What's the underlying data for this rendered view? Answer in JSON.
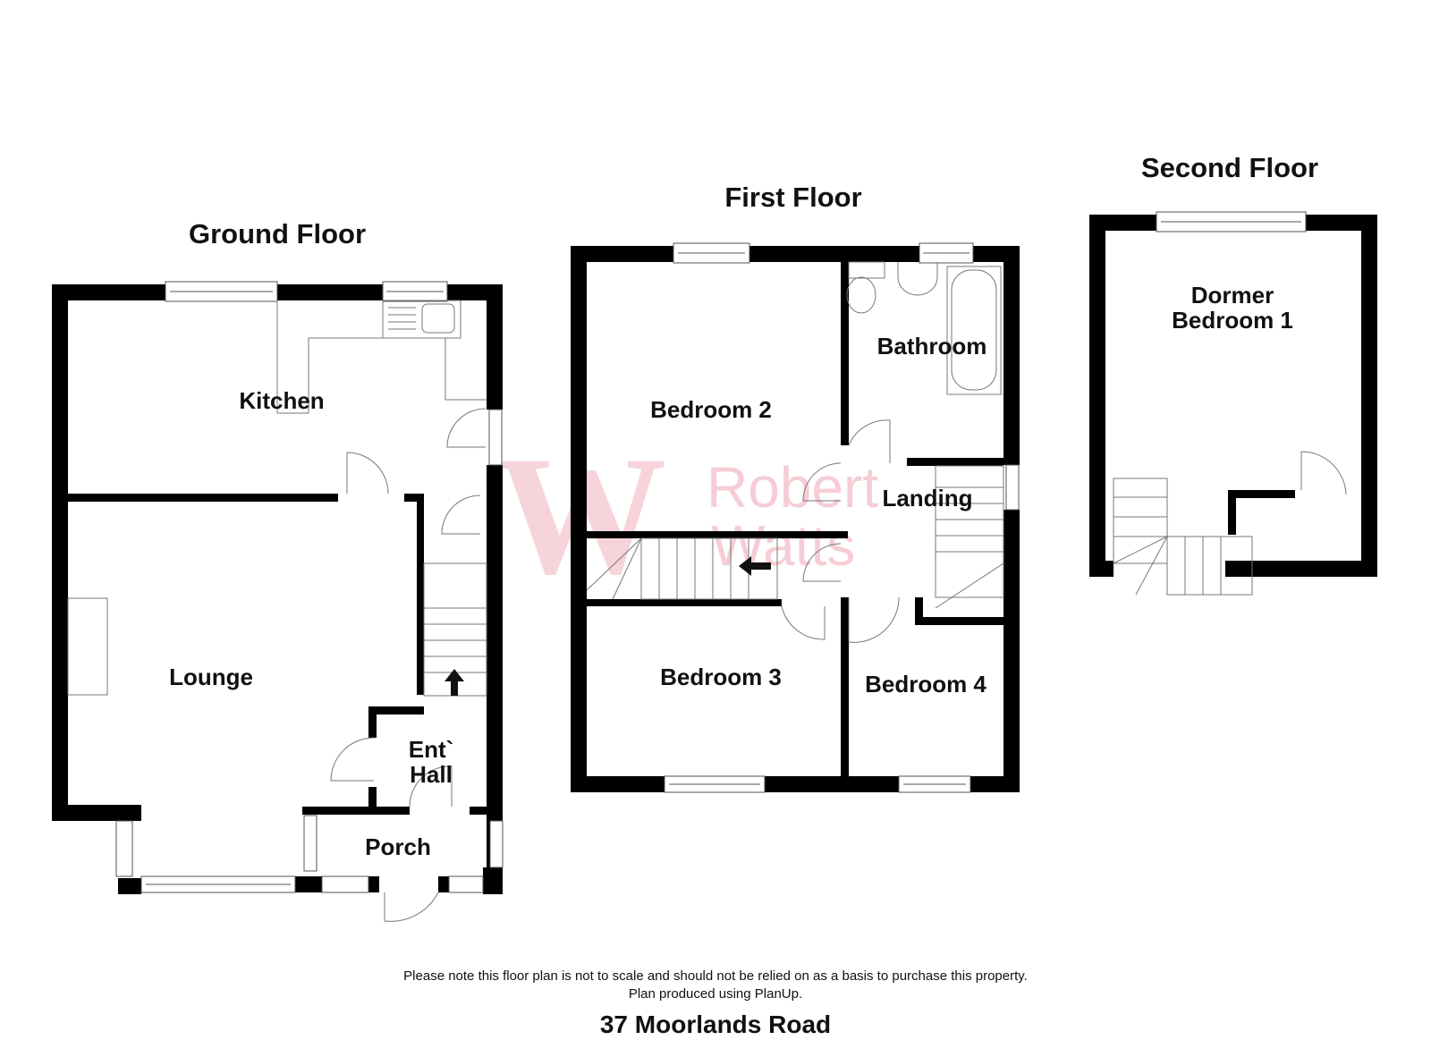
{
  "address": "37 Moorlands Road",
  "disclaimer": {
    "line1": "Please note this floor plan is not to scale and should not be relied on as a basis to purchase this property.",
    "line2": "Plan produced using PlanUp."
  },
  "watermark": {
    "logo_letter": "W",
    "line1": "Robert",
    "line2": "Watts",
    "color": "#f6cdd4"
  },
  "floors": {
    "ground": {
      "title": "Ground Floor",
      "rooms": {
        "kitchen": "Kitchen",
        "lounge": "Lounge",
        "ent_hall_1": "Ent`",
        "ent_hall_2": "Hall",
        "porch": "Porch"
      }
    },
    "first": {
      "title": "First Floor",
      "rooms": {
        "bedroom2": "Bedroom 2",
        "bathroom": "Bathroom",
        "landing": "Landing",
        "bedroom3": "Bedroom 3",
        "bedroom4": "Bedroom 4"
      }
    },
    "second": {
      "title": "Second Floor",
      "rooms": {
        "dormer_1": "Dormer",
        "dormer_2": "Bedroom 1"
      }
    }
  },
  "colors": {
    "wall": "#000000",
    "fixture_line": "#777777",
    "text": "#111111"
  }
}
